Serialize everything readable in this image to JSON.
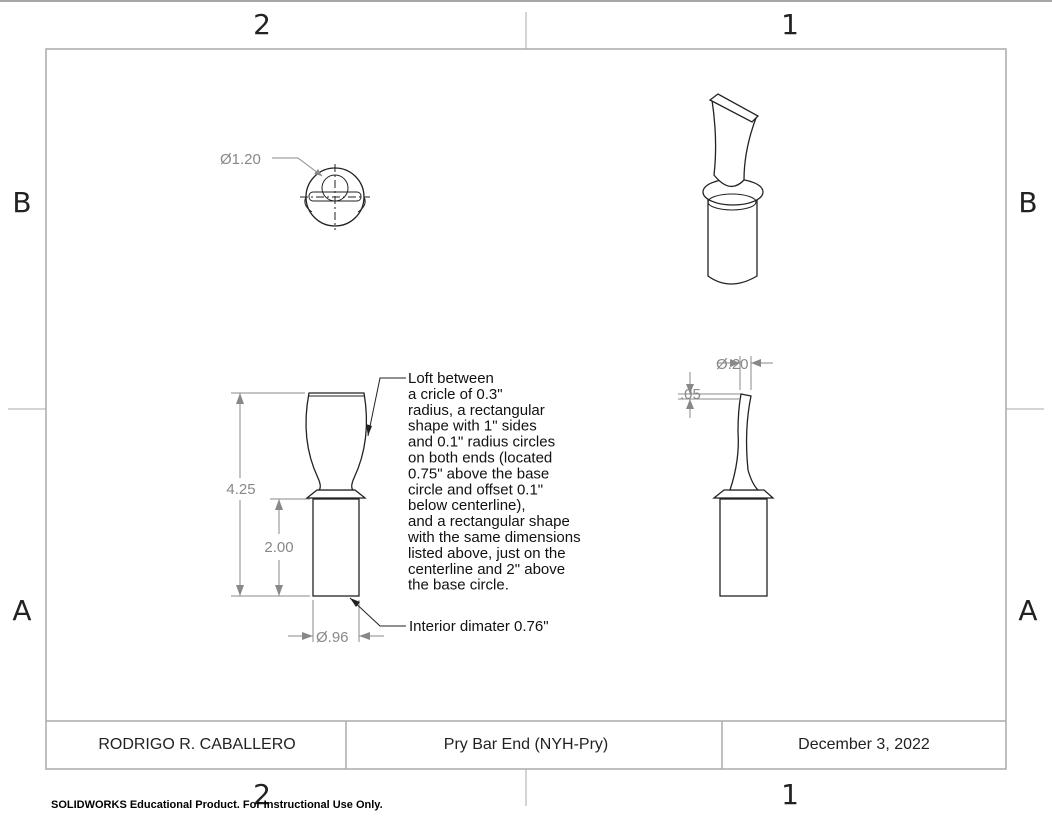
{
  "zones": {
    "columns": [
      "2",
      "1"
    ],
    "rows": [
      "B",
      "A"
    ]
  },
  "dimensions": {
    "top_view_diameter": "Ø1.20",
    "overall_height": "4.25",
    "base_height": "2.00",
    "base_diameter": "Ø.96",
    "tip_diameter": "Ø.20",
    "tip_offset": ".05"
  },
  "notes": {
    "loft_note": [
      "Loft between",
      "a cricle of 0.3\"",
      "radius, a rectangular",
      "shape with 1\" sides",
      "and 0.1\" radius circles",
      "on both ends (located",
      "0.75\" above the base",
      "circle and offset 0.1\"",
      "below centerline),",
      "and a rectangular shape",
      "with the same dimensions",
      "listed above, just on the",
      "centerline and 2\" above",
      "the base circle."
    ],
    "interior_note": "Interior dimater 0.76\""
  },
  "title_block": {
    "author": "RODRIGO R. CABALLERO",
    "part_name": "Pry Bar End (NYH-Pry)",
    "date": "December 3, 2022"
  },
  "watermark": "SOLIDWORKS Educational Product. For Instructional Use Only."
}
